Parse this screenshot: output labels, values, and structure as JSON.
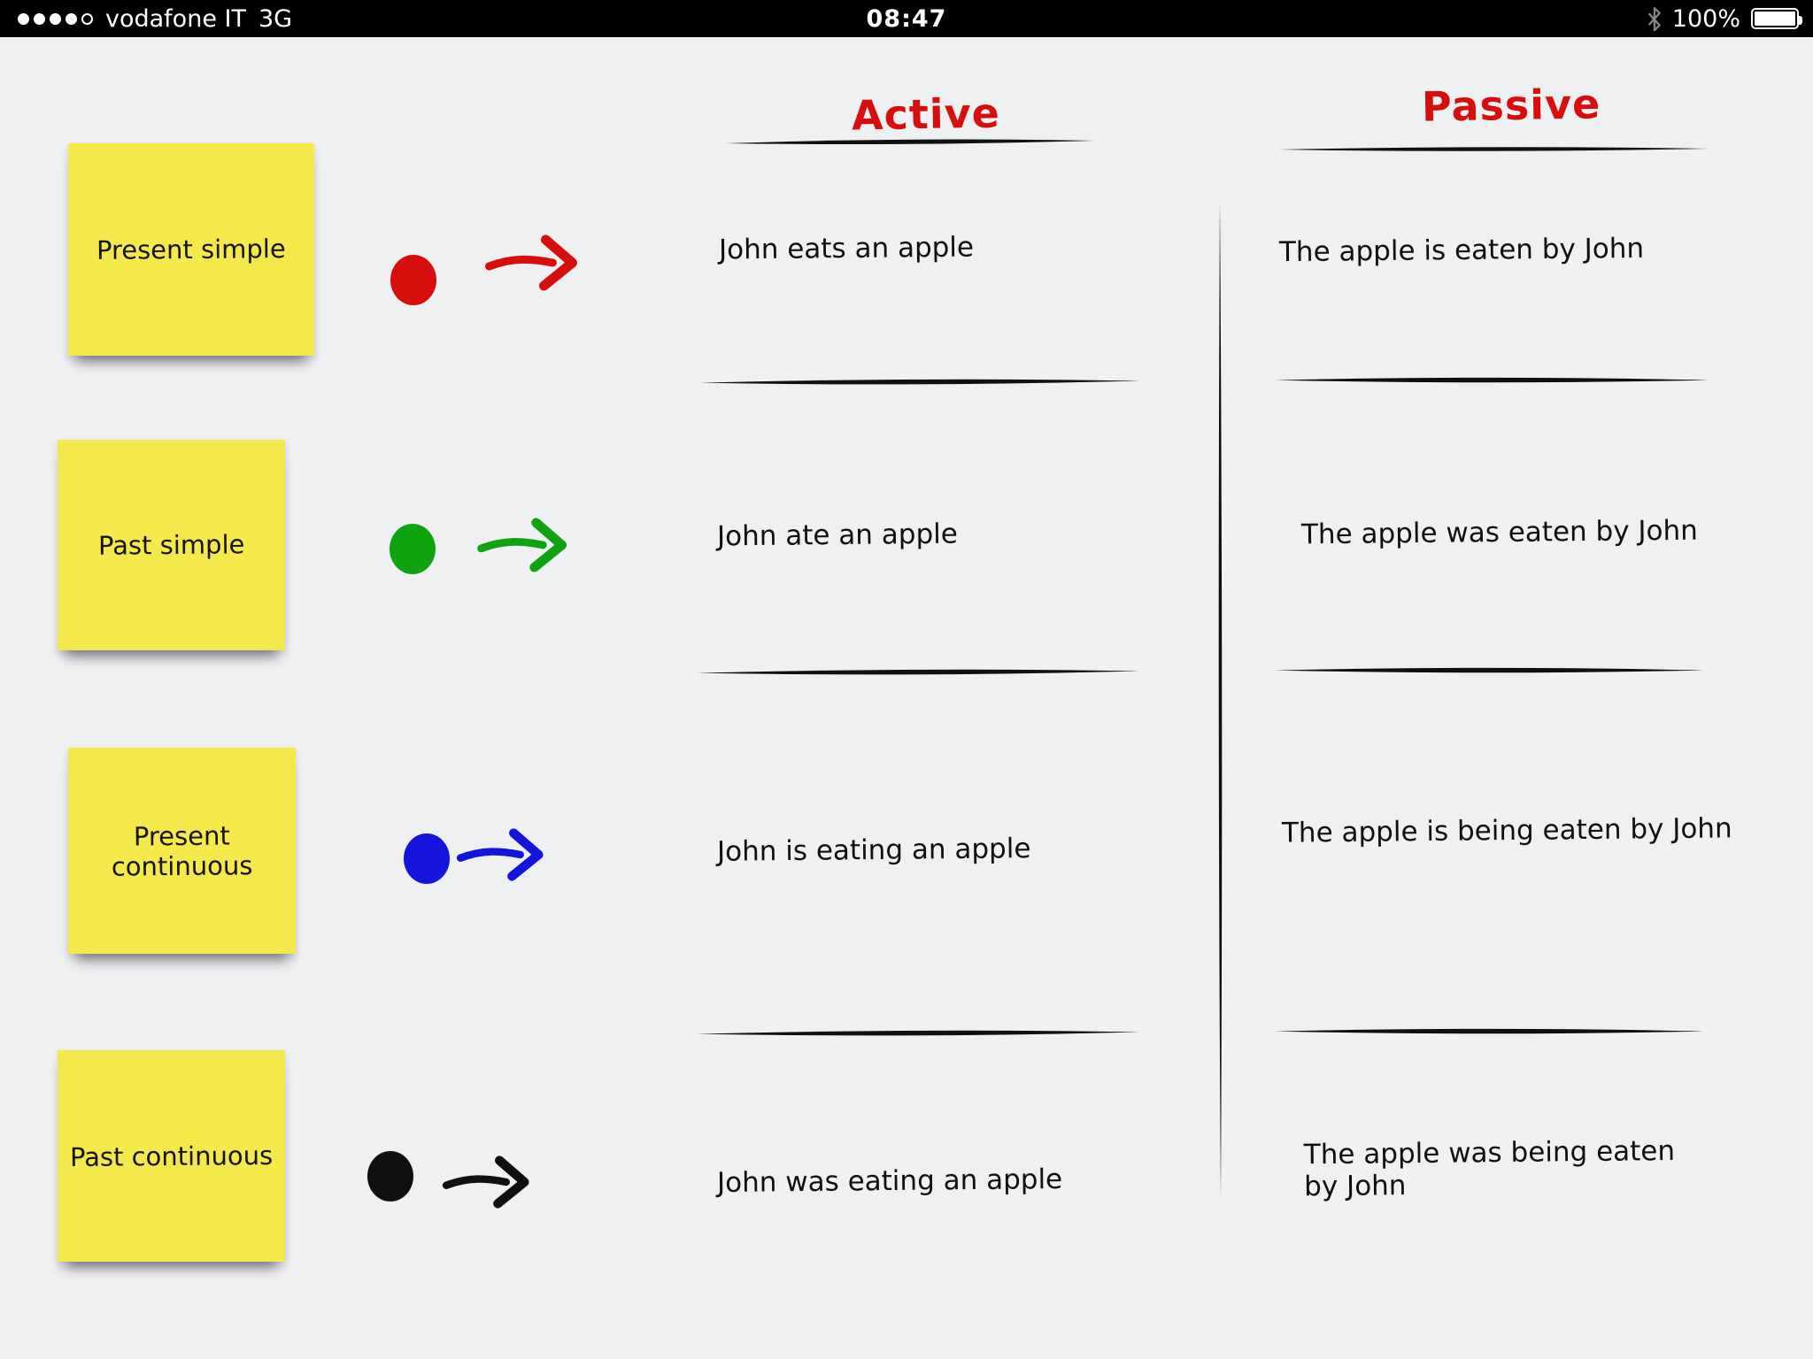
{
  "status_bar": {
    "carrier": "vodafone IT",
    "network": "3G",
    "time": "08:47",
    "battery_percent": "100%",
    "signal": {
      "filled": 4,
      "total": 5
    }
  },
  "board": {
    "active_header": "Active",
    "passive_header": "Passive",
    "header_color": "#d60e0e",
    "rows": [
      {
        "tense": "Present simple",
        "marker_color": "#d60e0e",
        "marker_color_name": "red",
        "active": "John eats an apple",
        "passive": "The apple is eaten by John"
      },
      {
        "tense": "Past simple",
        "marker_color": "#0fa30f",
        "marker_color_name": "green",
        "active": "John ate an apple",
        "passive": "The apple was eaten by John"
      },
      {
        "tense": "Present continuous",
        "marker_color": "#1414dd",
        "marker_color_name": "blue",
        "active": "John is eating an apple",
        "passive": "The apple is being eaten by John"
      },
      {
        "tense": "Past continuous",
        "marker_color": "#101010",
        "marker_color_name": "black",
        "active": "John was eating an apple",
        "passive": "The apple was being eaten by John"
      }
    ]
  },
  "colors": {
    "background": "#eef0f1",
    "sticky_note": "#f5e84a",
    "ink": "#101010",
    "status_bar_bg": "#000000"
  }
}
